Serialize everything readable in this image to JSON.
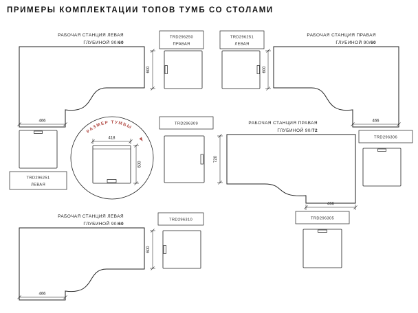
{
  "title": "ПРИМЕРЫ КОМПЛЕКТАЦИИ ТОПОВ ТУМБ СО СТОЛАМИ",
  "colors": {
    "line": "#1f1f1f",
    "accent": "#b5524c"
  },
  "stations": {
    "top_left": {
      "name": "РАБОЧАЯ СТАНЦИЯ ЛЕВАЯ",
      "depth_prefix": "ГЛУБИНОЙ 90/",
      "depth_value": "60",
      "cabinet_right_code": "TRD296250",
      "cabinet_right_side": "ПРАВАЯ",
      "cabinet_left_code": "TRD296251",
      "cabinet_left_side": "ЛЕВАЯ",
      "dim_cabinet_depth": "600",
      "dim_return_width": "466"
    },
    "top_right": {
      "name": "РАБОЧАЯ СТАНЦИЯ ПРАВАЯ",
      "depth_prefix": "ГЛУБИНОЙ 90/",
      "depth_value": "60",
      "cabinet_left_code": "TRD296251",
      "cabinet_left_side": "ЛЕВАЯ",
      "cabinet_right_code": "TRD296306",
      "dim_cabinet_depth": "600",
      "dim_return_width": "466"
    },
    "mid_right": {
      "name": "РАБОЧАЯ СТАНЦИЯ ПРАВАЯ",
      "depth_prefix": "ГЛУБИНОЙ 90/",
      "depth_value": "72",
      "cabinet_left_code": "TRD296309",
      "cabinet_bottom_code": "TRD296305",
      "dim_cabinet_depth": "720",
      "dim_return_width": "466"
    },
    "bottom_left": {
      "name": "РАБОЧАЯ СТАНЦИЯ ЛЕВАЯ",
      "depth_prefix": "ГЛУБИНОЙ 90/",
      "depth_value": "60",
      "cabinet_right_code": "TRD296310",
      "dim_cabinet_depth": "600",
      "dim_return_width": "466"
    }
  },
  "cabinet_detail": {
    "label": "РАЗМЕР ТУМБЫ",
    "dim_width": "418",
    "dim_depth": "600"
  }
}
